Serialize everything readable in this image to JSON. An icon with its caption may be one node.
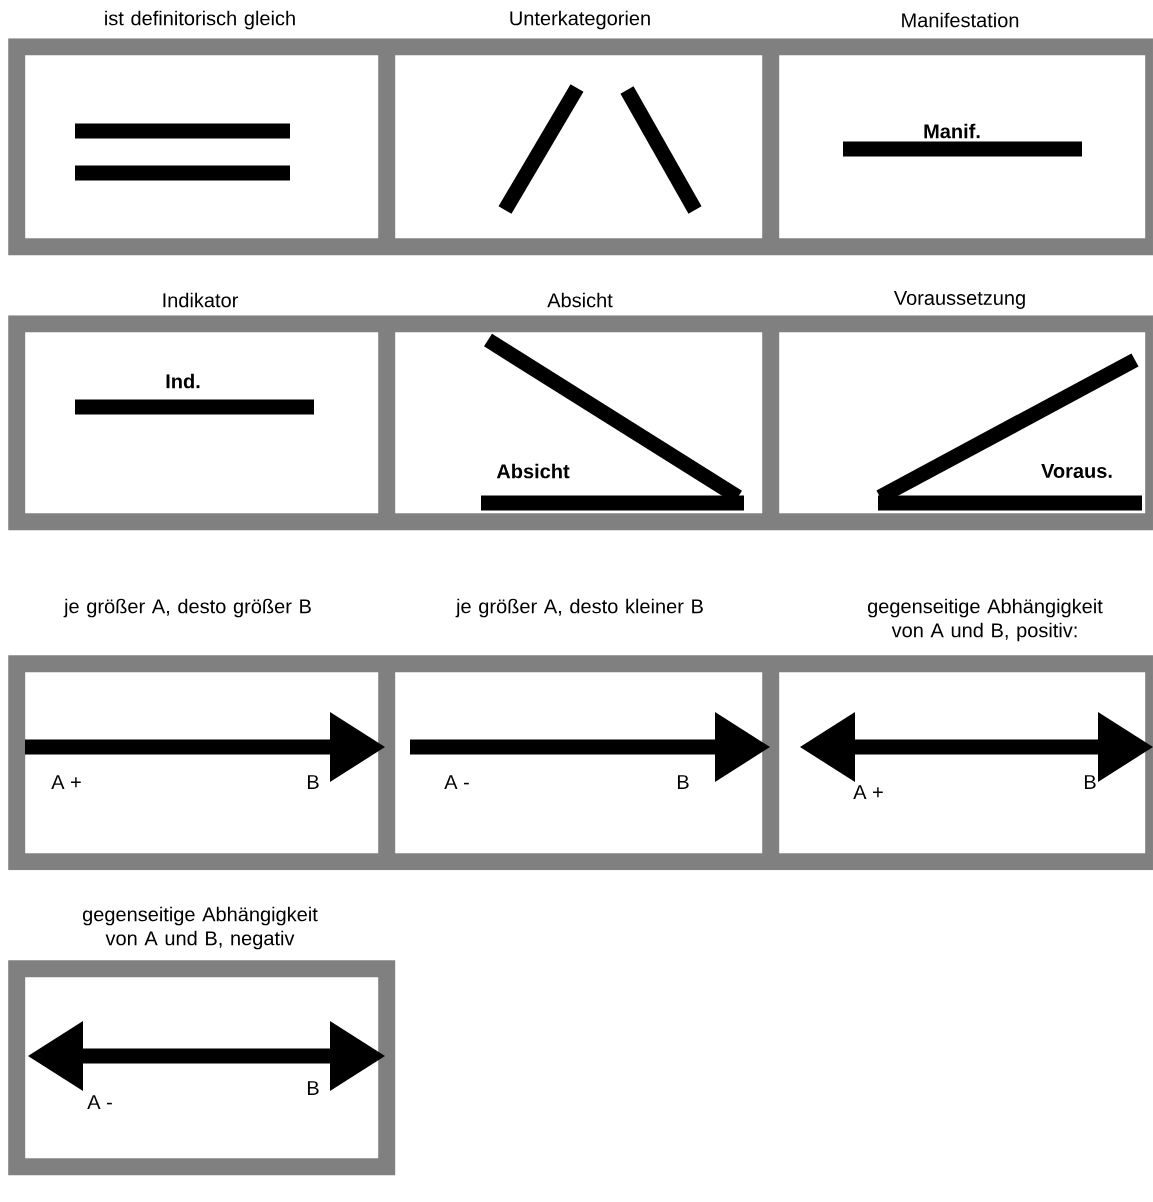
{
  "diagram": {
    "nodes": [
      {
        "text": [],
        "shape": "box"
      },
      {
        "text": [
          "ist definitorisch gleich"
        ],
        "in": 0
      },
      {
        "text": [
          "Unterkategorien"
        ],
        "in": 0
      },
      {
        "text": [
          "Manifestation",
          "Manif."
        ],
        "in": 0
      },
      {
        "text": [],
        "shape": "box"
      },
      {
        "text": [
          "Indikator",
          "Ind."
        ],
        "in": 4
      },
      {
        "text": [
          "Absicht",
          "Absicht"
        ],
        "in": 4
      },
      {
        "text": [
          "Voraussetzung",
          "Voraus."
        ],
        "in": 4
      },
      {
        "text": [],
        "shape": "box"
      },
      {
        "text": [
          "je größer A, desto größer B",
          "A +",
          "B"
        ],
        "in": 8
      },
      {
        "text": [
          "je größer A, desto kleiner B",
          "A -",
          "B"
        ],
        "in": 8
      },
      {
        "text": [
          "gegenseitige Abhängigkeit von A und B, positiv:",
          "A +",
          "B"
        ],
        "in": 8
      },
      {
        "text": [],
        "shape": "box"
      },
      {
        "text": [
          "gegenseitige Abhängigkeit von A und B, negativ",
          "A -",
          "B"
        ],
        "in": 12
      }
    ]
  }
}
